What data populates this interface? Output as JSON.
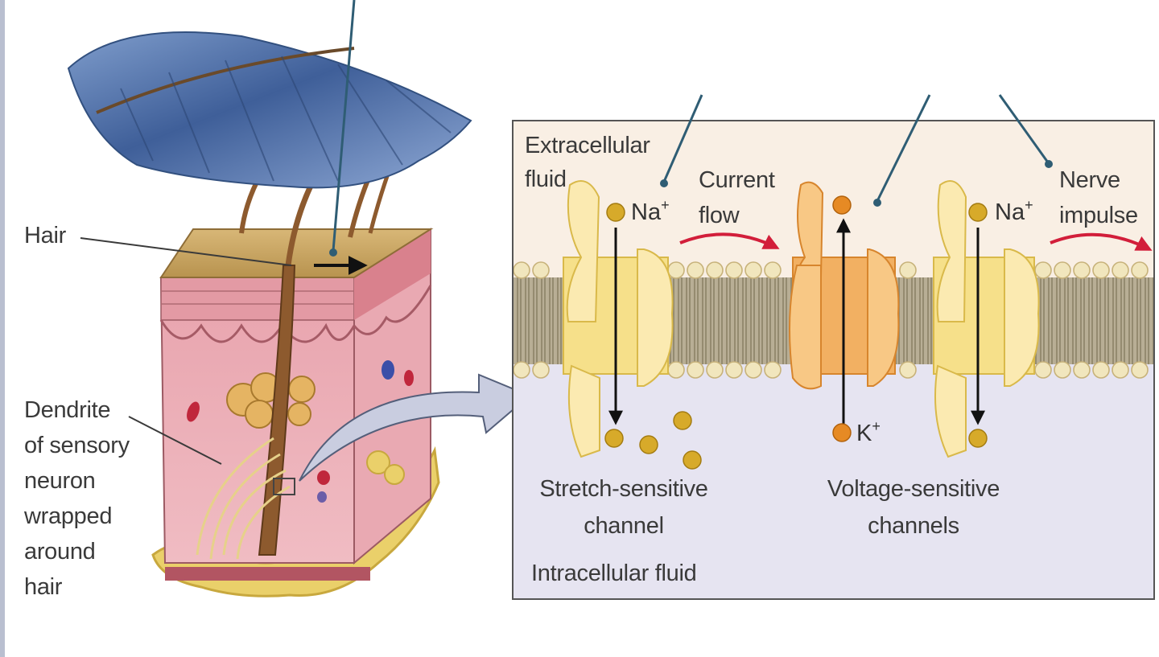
{
  "labels": {
    "hair": "Hair",
    "dendrite": [
      "Dendrite",
      "of sensory",
      "neuron",
      "wrapped",
      "around",
      "hair"
    ],
    "extracellular": [
      "Extracellular",
      "fluid"
    ],
    "current_flow": [
      "Current",
      "flow"
    ],
    "nerve_impulse": [
      "Nerve",
      "impulse"
    ],
    "stretch_channel": [
      "Stretch-sensitive",
      "channel"
    ],
    "voltage_channels": [
      "Voltage-sensitive",
      "channels"
    ],
    "intracellular": "Intracellular fluid"
  },
  "ions": {
    "na_symbol": "Na",
    "na_charge": "+",
    "k_symbol": "K",
    "k_charge": "+"
  },
  "colors": {
    "extracellular_bg": "#f9efe4",
    "intracellular_bg": "#e6e4f1",
    "membrane_band": "#b7ad93",
    "phospholipid_head": "#f1e6bd",
    "stretch_channel": "#f6e08a",
    "voltage_channel": "#f2b062",
    "na_ion": "#d7aa2a",
    "k_ion": "#e68a24",
    "current_arrow": "#d21e3a",
    "leader_line": "#2f5d74",
    "feather": "#5577aa",
    "skin": "#efb1ba",
    "fat": "#ead06a"
  }
}
